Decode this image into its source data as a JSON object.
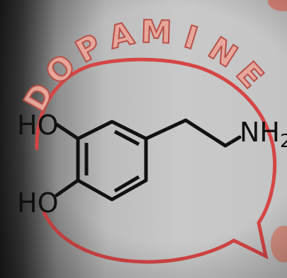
{
  "title": "DOPAMINE",
  "labels": {
    "hydroxyl_top": "HO",
    "hydroxyl_bottom": "HO",
    "amine": "NH",
    "amine_subscript": "2"
  },
  "colors": {
    "title_fill": "#e6a79a",
    "title_stroke": "#b84f48",
    "bubble_stroke": "#d64545",
    "bond": "#111111",
    "text": "#111111",
    "accent_blob": "#e07b6d"
  }
}
